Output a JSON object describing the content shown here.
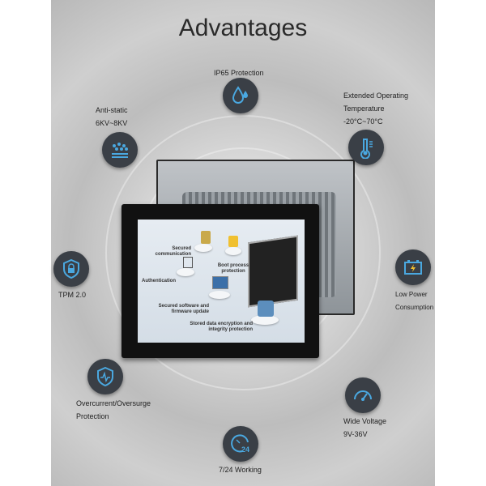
{
  "title": "Advantages",
  "features": {
    "ip65": "IP65 Protection",
    "antistatic": [
      "Anti-static",
      "6KV~8KV"
    ],
    "temperature": [
      "Extended Operating",
      "Temperature",
      "-20°C~70°C"
    ],
    "tpm": "TPM 2.0",
    "lowpower": [
      "Low Power",
      "Consumption"
    ],
    "overcurrent": [
      "Overcurrent/Oversurge",
      "Protection"
    ],
    "voltage": [
      "Wide Voltage",
      "9V-36V"
    ],
    "working": "7/24 Working"
  },
  "screen": {
    "secured_comm": [
      "Secured",
      "communication"
    ],
    "boot": [
      "Boot process",
      "protection"
    ],
    "auth": "Authentication",
    "software": [
      "Secured software and",
      "firmware update"
    ],
    "stored": [
      "Stored data encryption and",
      "integrity protection"
    ]
  },
  "colors": {
    "icon_bg": "#3a3f46",
    "icon_accent": "#4aa8e0"
  }
}
